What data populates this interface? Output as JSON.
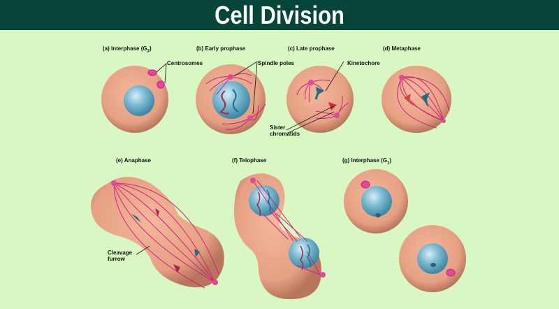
{
  "header": {
    "title": "Cell Division"
  },
  "colors": {
    "header_bg": "#064537",
    "page_bg": "#d8f7c3",
    "cytoplasm": "#e9a88a",
    "cytoplasm_edge": "#c4836a",
    "nucleus": "#5fa6c2",
    "spindle": "#d0207e",
    "chromatid_blue": "#1e6f86",
    "chromatid_red": "#c0303c"
  },
  "stages": [
    {
      "id": "a",
      "prefix": "(a)",
      "name": "Interphase",
      "sub": "2",
      "sub_prefix": "(G",
      "sub_suffix": ")"
    },
    {
      "id": "b",
      "prefix": "(b)",
      "name": "Early prophase"
    },
    {
      "id": "c",
      "prefix": "(c)",
      "name": "Late prophase"
    },
    {
      "id": "d",
      "prefix": "(d)",
      "name": "Metaphase"
    },
    {
      "id": "e",
      "prefix": "(e)",
      "name": "Anaphase"
    },
    {
      "id": "f",
      "prefix": "(f)",
      "name": "Telophase"
    },
    {
      "id": "g",
      "prefix": "(g)",
      "name": "Interphase",
      "sub": "1",
      "sub_prefix": "(G",
      "sub_suffix": ")"
    }
  ],
  "annotations": {
    "centrosomes": "Centrosomes",
    "spindle_poles": "Spindle poles",
    "kinetochore": "Kinetochore",
    "sister_line1": "Sister",
    "sister_line2": "chromatids",
    "cleavage_line1": "Cleavage",
    "cleavage_line2": "furrow"
  }
}
